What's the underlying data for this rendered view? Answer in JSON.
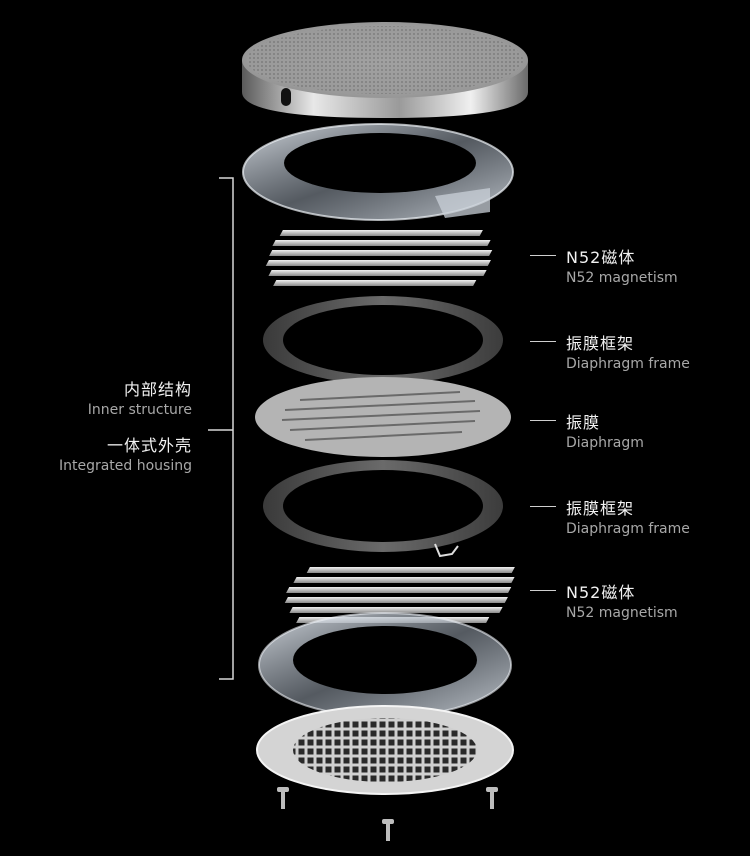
{
  "left_labels": {
    "inner": {
      "zh": "内部结构",
      "en": "Inner structure"
    },
    "housing": {
      "zh": "一体式外壳",
      "en": "Integrated housing"
    }
  },
  "callouts": [
    {
      "zh": "N52磁体",
      "en": "N52 magnetism"
    },
    {
      "zh": "振膜框架",
      "en": "Diaphragm frame"
    },
    {
      "zh": "振膜",
      "en": "Diaphragm"
    },
    {
      "zh": "振膜框架",
      "en": "Diaphragm frame"
    },
    {
      "zh": "N52磁体",
      "en": "N52 magnetism"
    }
  ],
  "colors": {
    "background": "#000000",
    "metal": "#b9b9b9",
    "ring": "#555555"
  }
}
